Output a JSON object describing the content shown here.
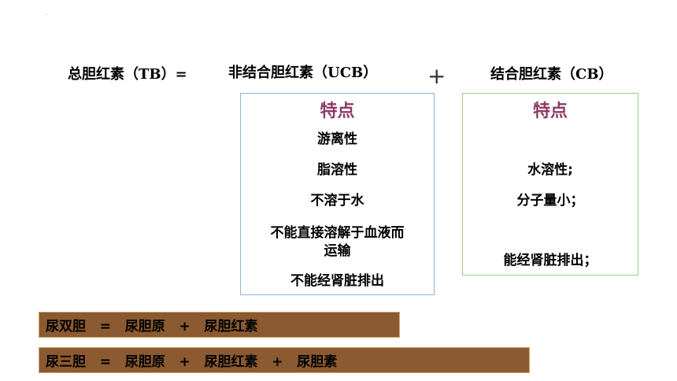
{
  "header": {
    "total": "总胆红素（TB）=",
    "ucb": "非结合胆红素（UCB）",
    "plus": "+",
    "cb": "结合胆红素（CB）"
  },
  "ucb_box": {
    "title": "特点",
    "items": [
      "游离性",
      "脂溶性",
      "不溶于水",
      "不能直接溶解于血液而",
      "运输",
      "不能经肾脏排出"
    ]
  },
  "cb_box": {
    "title": "特点",
    "items": [
      "水溶性;",
      "分子量小；",
      "能经肾脏排出；"
    ]
  },
  "bars": [
    "尿双胆   =   尿胆原   +   尿胆红素",
    "尿三胆   =   尿胆原   +   尿胆红素   +   尿胆素"
  ],
  "colors": {
    "title": "#8e3a66",
    "ucb_border": "#8fb3d9",
    "cb_border": "#9bcf7c",
    "bar_fill": "#8b5a30",
    "bar_border": "#cfa574"
  }
}
